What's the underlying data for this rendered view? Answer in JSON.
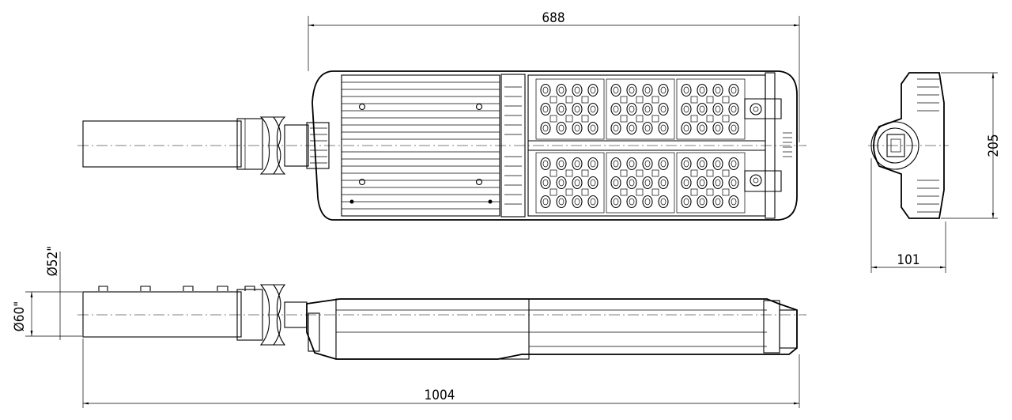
{
  "dimensions": {
    "overall_width_top": "688",
    "height_end_view": "205",
    "depth_end_view": "101",
    "overall_length": "1004",
    "pipe_diameter_small": "Ø52\"",
    "pipe_diameter_large": "Ø60\""
  },
  "led_modules": {
    "rows": 2,
    "modules_per_row": 3
  }
}
